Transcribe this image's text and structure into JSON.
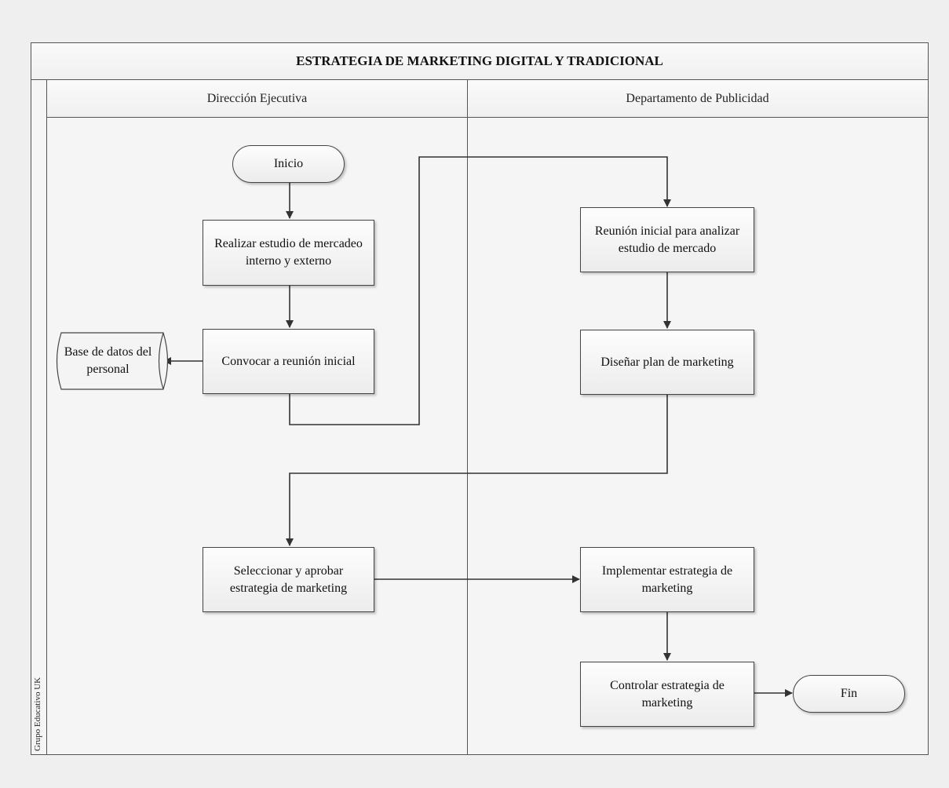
{
  "diagram": {
    "title": "ESTRATEGIA DE MARKETING DIGITAL Y TRADICIONAL",
    "side_label": "Grupo Educativo UK",
    "lanes": [
      "Dirección Ejecutiva",
      "Departamento de Publicidad"
    ],
    "nodes": {
      "inicio": "Inicio",
      "estudio": "Realizar estudio de mercadeo interno y externo",
      "convocar": "Convocar a reunión inicial",
      "base_datos": "Base de datos del personal",
      "reunion": "Reunión inicial para analizar estudio de mercado",
      "disenar": "Diseñar plan de marketing",
      "seleccionar": "Seleccionar y aprobar estrategia de marketing",
      "implementar": "Implementar estrategia de marketing",
      "controlar": "Controlar estrategia de marketing",
      "fin": "Fin"
    },
    "colors": {
      "line": "#333333",
      "border": "#444444",
      "box_fill": "#f4f4f4"
    }
  }
}
